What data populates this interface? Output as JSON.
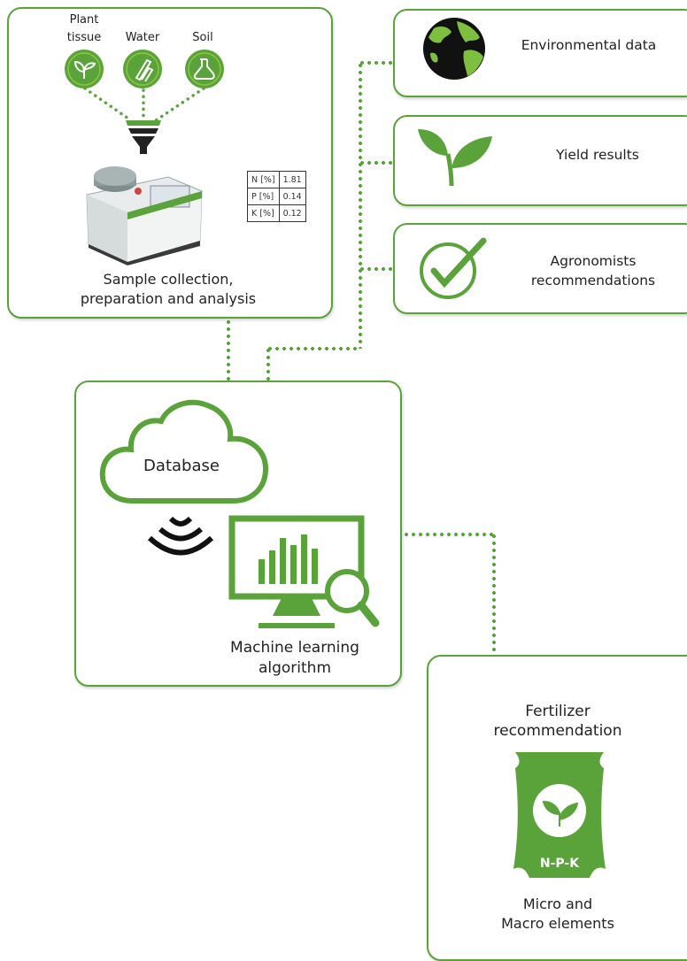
{
  "sample": {
    "sources": [
      {
        "label_line1": "Plant",
        "label_line2": "tissue",
        "icon": "leaf-icon"
      },
      {
        "label_line1": "",
        "label_line2": "Water",
        "icon": "test-tubes-icon"
      },
      {
        "label_line1": "",
        "label_line2": "Soil",
        "icon": "flask-icon"
      }
    ],
    "table": [
      {
        "element": "N [%]",
        "value": "1.81"
      },
      {
        "element": "P [%]",
        "value": "0.14"
      },
      {
        "element": "K [%]",
        "value": "0.12"
      }
    ],
    "caption_line1": "Sample collection,",
    "caption_line2": "preparation and analysis"
  },
  "inputs": [
    {
      "label_line1": "Environmental data",
      "label_line2": "",
      "icon": "globe-icon"
    },
    {
      "label_line1": "Yield results",
      "label_line2": "",
      "icon": "sprout-icon"
    },
    {
      "label_line1": "Agronomists",
      "label_line2": "recommendations",
      "icon": "checkmark-icon"
    }
  ],
  "ml": {
    "cloud_label": "Database",
    "caption_line1": "Machine learning",
    "caption_line2": "algorithm"
  },
  "fertilizer": {
    "title_line1": "Fertilizer",
    "title_line2": "recommendation",
    "bag_label": "N-P-K",
    "caption_line1": "Micro and",
    "caption_line2": "Macro elements"
  },
  "colors": {
    "accent": "#5aa33a",
    "accent_dark": "#3d8a2a",
    "accent_light": "#8dc63f"
  }
}
